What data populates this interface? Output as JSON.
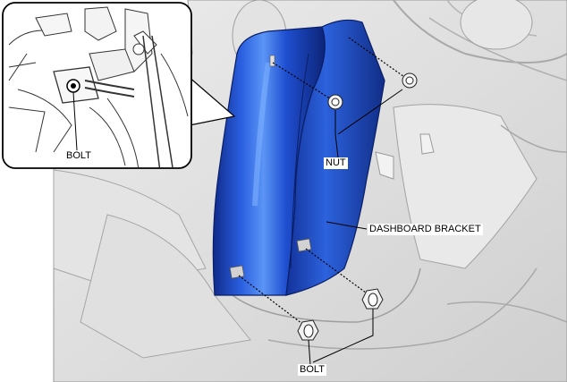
{
  "labels": {
    "nut": "NUT",
    "dashboard_bracket": "DASHBOARD BRACKET",
    "bolt_main": "BOLT",
    "bolt_inset": "BOLT"
  },
  "colors": {
    "bracket_blue": "#1f4fd0",
    "bracket_dark": "#0f2a8a",
    "bracket_light": "#4a86f0",
    "background_gray": "#d9d9d9",
    "line_gray": "#9a9a9a"
  }
}
